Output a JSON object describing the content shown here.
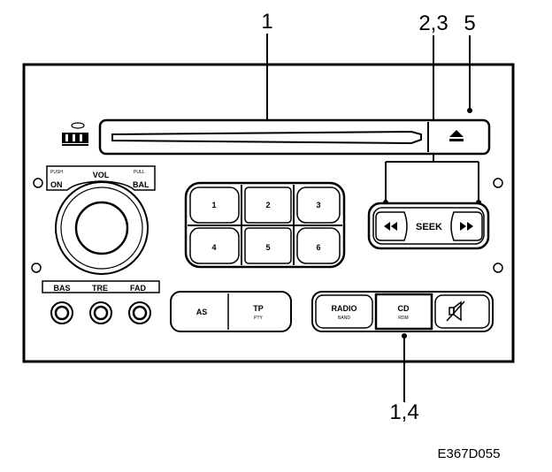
{
  "callouts": {
    "c1": "1",
    "c23": "2,3",
    "c5": "5",
    "c14": "1,4"
  },
  "figure_id": "E367D055",
  "controls": {
    "push": "PUSH",
    "on": "ON",
    "vol": "VOL",
    "pull": "PULL",
    "bal": "BAL",
    "bas": "BAS",
    "tre": "TRE",
    "fad": "FAD",
    "presets": [
      "1",
      "2",
      "3",
      "4",
      "5",
      "6"
    ],
    "seek": "SEEK",
    "as": "AS",
    "tp": "TP",
    "pty": "PTY",
    "radio": "RADIO",
    "band": "BAND",
    "cd": "CD",
    "rdm": "RDM"
  },
  "icons": {
    "eject": "eject-icon",
    "seek_back": "rewind-icon",
    "seek_fwd": "fast-forward-icon",
    "mute": "speaker-mute-icon",
    "cd_logo": "compact-disc-logo"
  },
  "colors": {
    "ink": "#000000",
    "paper": "#ffffff"
  }
}
